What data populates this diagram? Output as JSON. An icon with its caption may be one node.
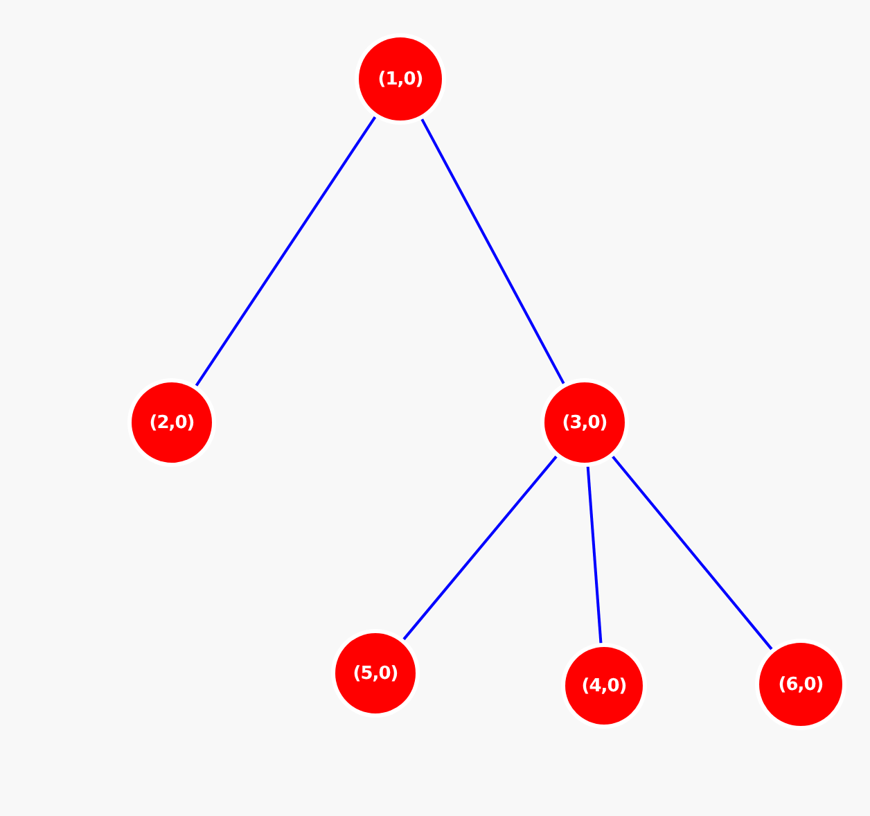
{
  "diagram": {
    "nodes": [
      {
        "text": [
          "(1,0)"
        ]
      },
      {
        "text": [
          "(2,0)"
        ]
      },
      {
        "text": [
          "(3,0)"
        ]
      },
      {
        "text": [
          "(5,0)"
        ]
      },
      {
        "text": [
          "(4,0)"
        ]
      },
      {
        "text": [
          "(6,0)"
        ]
      }
    ],
    "edges": [
      {
        "from": 0,
        "to": 1,
        "arrow": "none"
      },
      {
        "from": 0,
        "to": 2,
        "arrow": "none"
      },
      {
        "from": 2,
        "to": 3,
        "arrow": "none"
      },
      {
        "from": 2,
        "to": 4,
        "arrow": "none"
      },
      {
        "from": 2,
        "to": 5,
        "arrow": "none"
      }
    ]
  }
}
